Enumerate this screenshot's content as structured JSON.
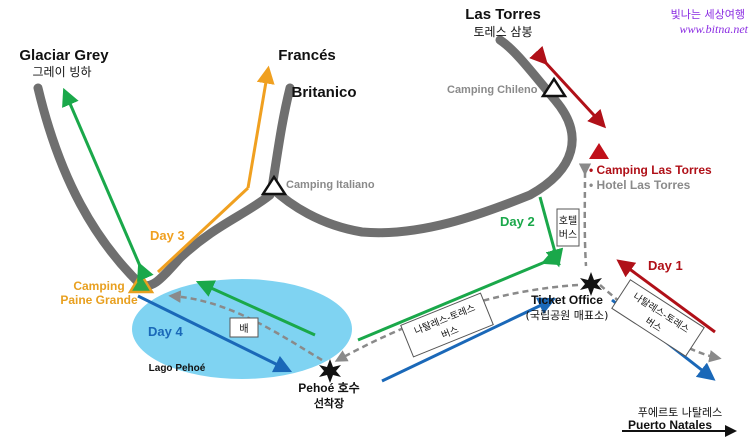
{
  "watermark": {
    "line1": "빛나는 세상여행",
    "line2": "www.bitna.net"
  },
  "peaks": {
    "las_torres": {
      "name": "Las Torres",
      "ko": "토레스 삼봉"
    },
    "glaciar_grey": {
      "name": "Glaciar Grey",
      "ko": "그레이 빙하"
    },
    "frances": {
      "name": "Francés"
    },
    "britanico": {
      "name": "Britanico"
    }
  },
  "camps": {
    "chileno": "Camping Chileno",
    "italiano": "Camping Italiano",
    "las_torres": "• Camping Las Torres",
    "hotel": "• Hotel Las Torres",
    "paine_grande_1": "Camping",
    "paine_grande_2": "Paine Grande"
  },
  "places": {
    "ticket_office": "Ticket Office",
    "ticket_office_ko": "(국립공원 매표소)",
    "pehoe_1": "Pehoé 호수",
    "pehoe_2": "선착장",
    "lago_pehoe": "Lago Pehoé",
    "puerto_ko": "푸에르토 나탈레스",
    "puerto": "Puerto Natales"
  },
  "days": {
    "day1": "Day 1",
    "day2": "Day 2",
    "day3": "Day 3",
    "day4": "Day 4"
  },
  "boxes": {
    "boat": "배",
    "hotel_bus_1": "호텔",
    "hotel_bus_2": "버스",
    "bus_left_1": "나탈레스-토레스",
    "bus_left_2": "버스",
    "bus_right_1": "나탈레스-토레스",
    "bus_right_2": "버스"
  },
  "colors": {
    "trail": "#6f6f6f",
    "lake": "#7fd3f2",
    "day1": "#b01018",
    "day2": "#1aa84a",
    "day3": "#f0a020",
    "day4": "#1a68b8",
    "transfer": "#8a8a8a"
  }
}
